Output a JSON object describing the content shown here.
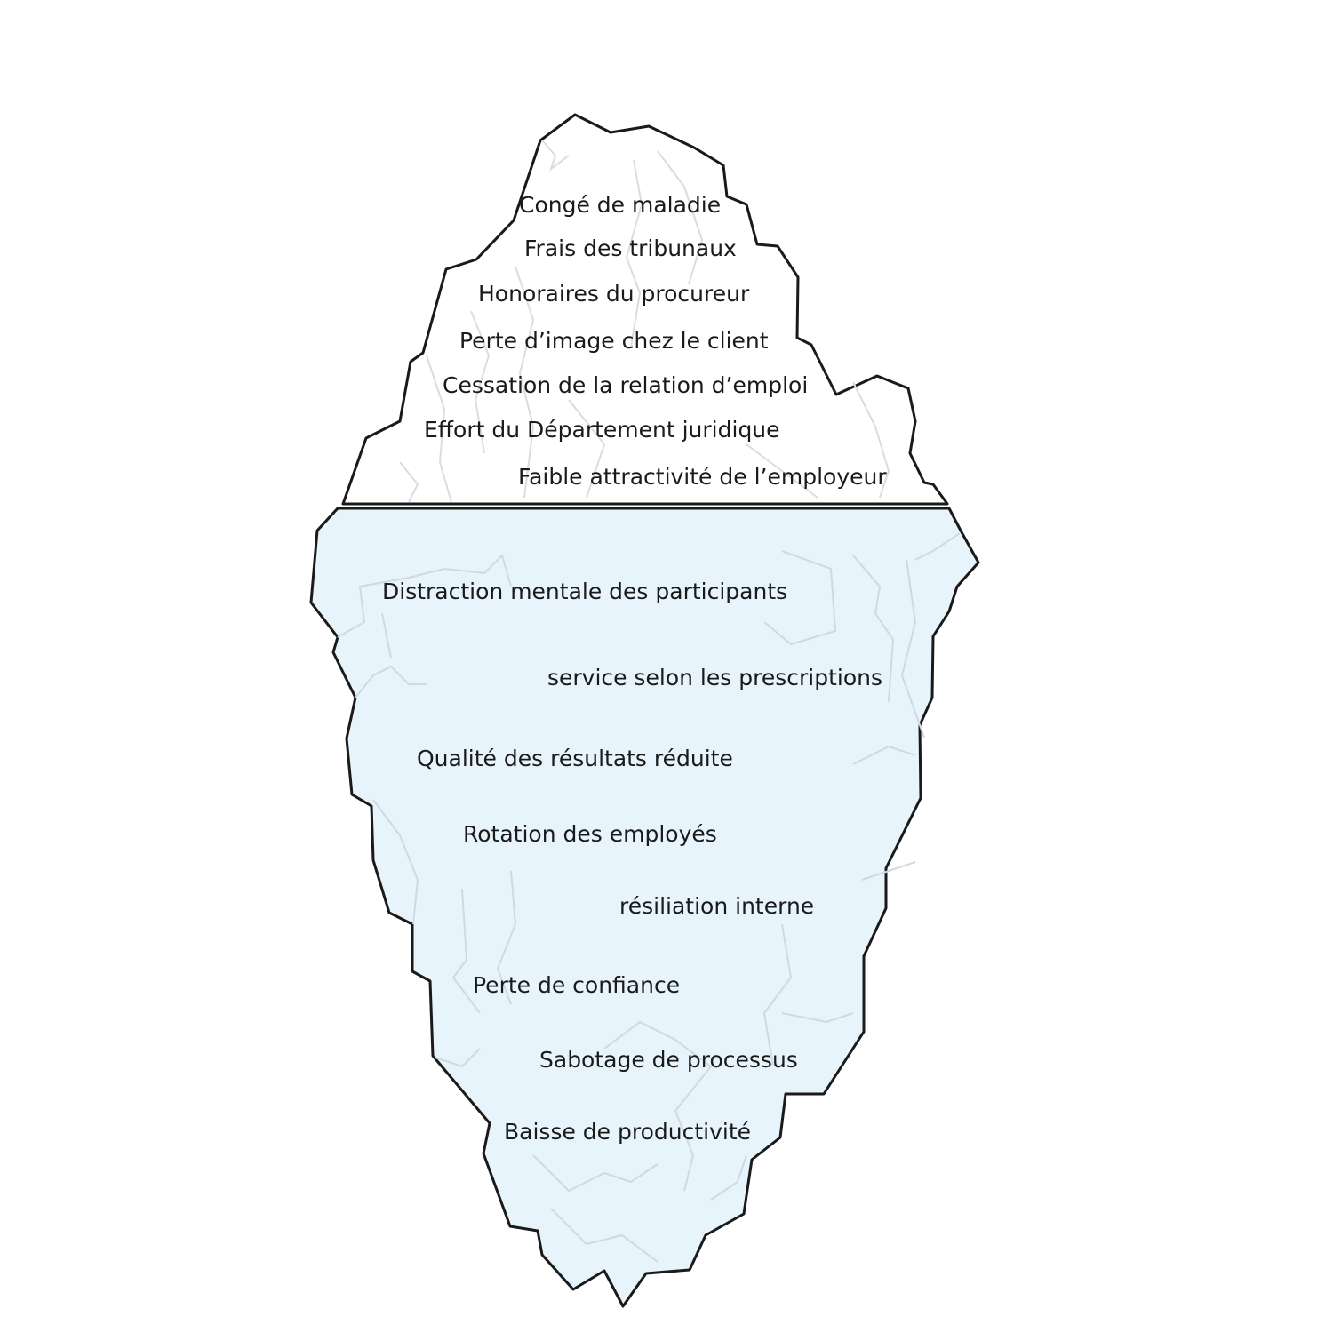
{
  "diagram": {
    "type": "iceberg",
    "colors": {
      "above_water_fill": "#ffffff",
      "below_water_fill": "#e8f4fc",
      "outline": "#1a1a1a",
      "text": "#1a1a1a"
    },
    "above_water": [
      "Congé de maladie",
      "Frais des tribunaux",
      "Honoraires du procureur",
      "Perte d’image chez le client",
      "Cessation de la relation d’emploi",
      "Effort du Département juridique",
      "Faible attractivité de l’employeur"
    ],
    "below_water": [
      "Distraction mentale des participants",
      "service selon les prescriptions",
      "Qualité des résultats réduite",
      "Rotation des employés",
      "résiliation interne",
      "Perte de confiance",
      "Sabotage de processus",
      "Baisse de productivité"
    ]
  }
}
